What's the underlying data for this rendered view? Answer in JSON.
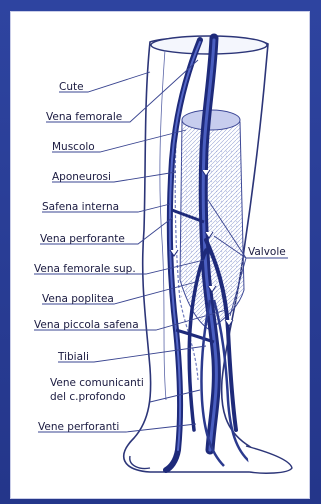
{
  "colors": {
    "frame": "#2a3c8f",
    "vein_dark": "#1e2a7a",
    "vein_mid": "#3a4fb0",
    "tissue": "#dfe4f5"
  },
  "labels": [
    {
      "id": "cute",
      "text": "Cute"
    },
    {
      "id": "vena-femorale",
      "text": "Vena femorale"
    },
    {
      "id": "muscolo",
      "text": "Muscolo"
    },
    {
      "id": "aponeurosi",
      "text": "Aponeurosi"
    },
    {
      "id": "safena-interna",
      "text": "Safena interna"
    },
    {
      "id": "vena-perforante",
      "text": "Vena perforante"
    },
    {
      "id": "valvole",
      "text": "Valvole"
    },
    {
      "id": "vena-femorale-sup",
      "text": "Vena femorale sup."
    },
    {
      "id": "vena-poplitea",
      "text": "Vena poplitea"
    },
    {
      "id": "vena-piccola-safena",
      "text": "Vena piccola safena"
    },
    {
      "id": "tibiali",
      "text": "Tibiali"
    },
    {
      "id": "vene-comunicanti-1",
      "text": "Vene comunicanti"
    },
    {
      "id": "vene-comunicanti-2",
      "text": "del c.profondo"
    },
    {
      "id": "vene-perforanti",
      "text": "Vene perforanti"
    }
  ]
}
